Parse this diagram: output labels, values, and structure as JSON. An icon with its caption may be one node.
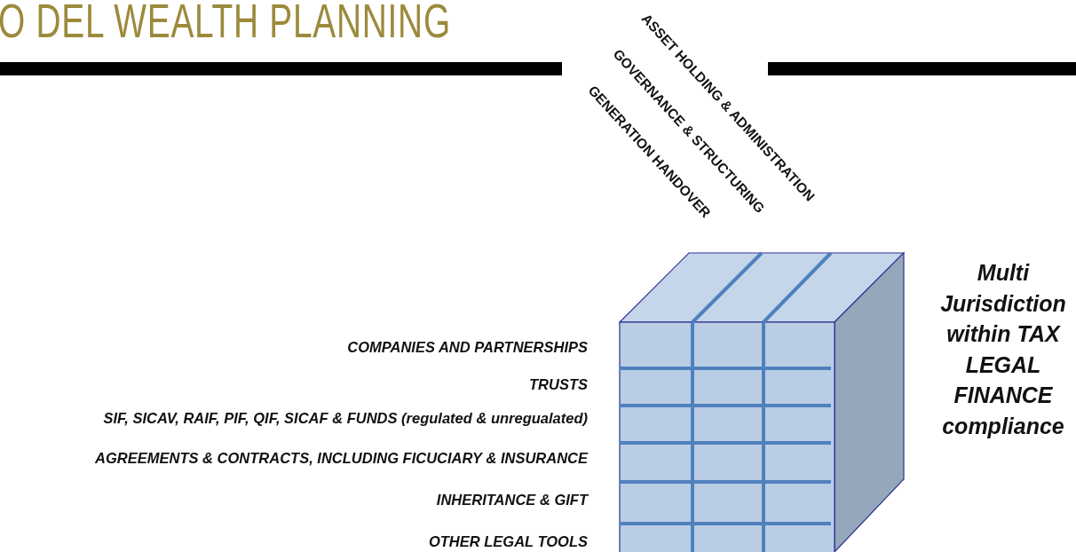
{
  "diagram": {
    "title": "O DEL WEALTH PLANNING",
    "labels": [
      "ASSET HOLDING & ADMINISTRATION",
      "GOVERNANCE & STRUCTURING",
      "GENERATION HANDOVER",
      "Multi Jurisdiction within TAX LEGAL FINANCE compliance",
      "COMPANIES AND PARTNERSHIPS",
      "TRUSTS",
      "SIF, SICAV, RAIF, PIF, QIF, SICAF & FUNDS (regulated & unregualated)",
      "AGREEMENTS & CONTRACTS, INCLUDING FICUCIARY & INSURANCE",
      "INHERITANCE & GIFT",
      "OTHER LEGAL TOOLS"
    ]
  }
}
